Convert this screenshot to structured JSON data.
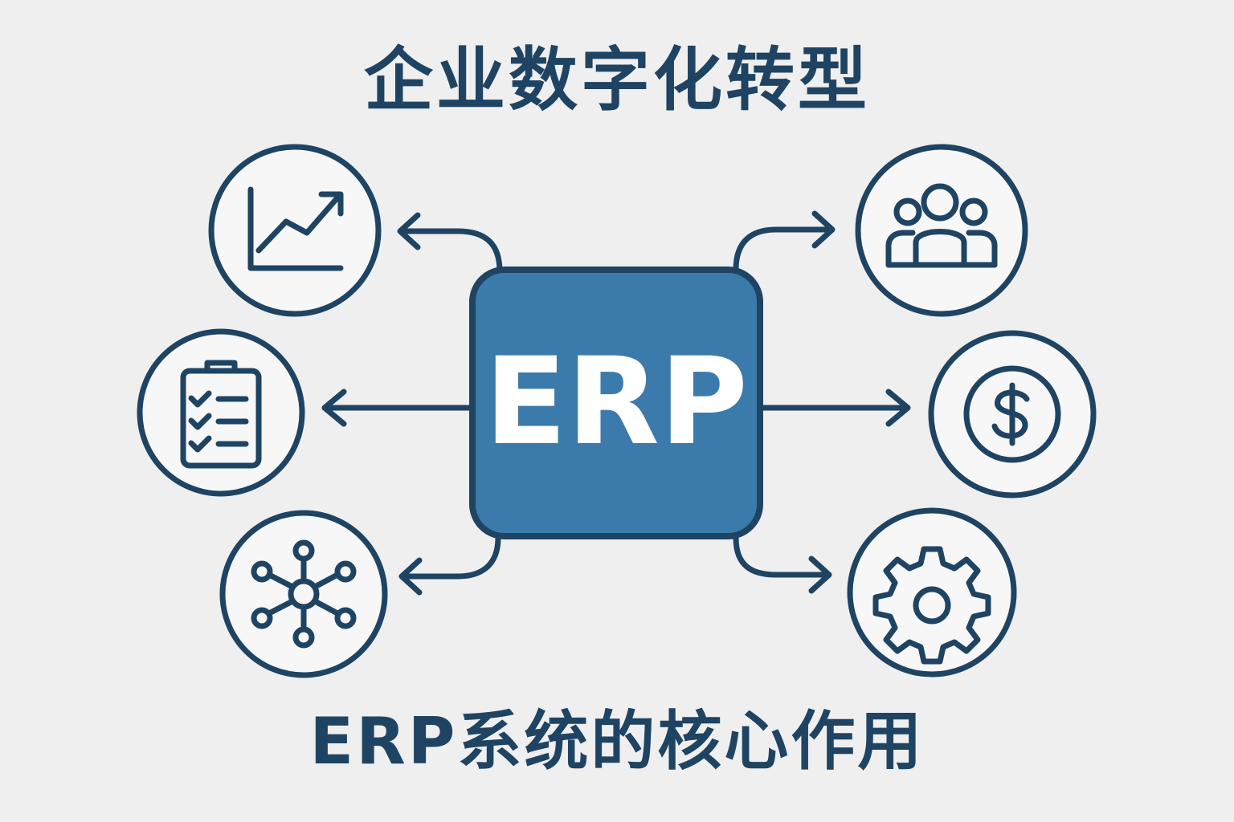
{
  "title": "企业数字化转型",
  "subtitle": "ERP系统的核心作用",
  "center": {
    "label": "ERP"
  },
  "nodes": [
    {
      "id": "growth",
      "icon": "line-chart-icon"
    },
    {
      "id": "checklist",
      "icon": "clipboard-checklist-icon"
    },
    {
      "id": "network",
      "icon": "network-hub-icon"
    },
    {
      "id": "people",
      "icon": "user-group-icon"
    },
    {
      "id": "finance",
      "icon": "dollar-coin-icon"
    },
    {
      "id": "settings",
      "icon": "gear-icon"
    }
  ],
  "colors": {
    "background": "#efefef",
    "primary": "#1f4463",
    "center_fill": "#3b7bab",
    "circle_fill": "#f7f7f7",
    "center_text": "#ffffff"
  }
}
